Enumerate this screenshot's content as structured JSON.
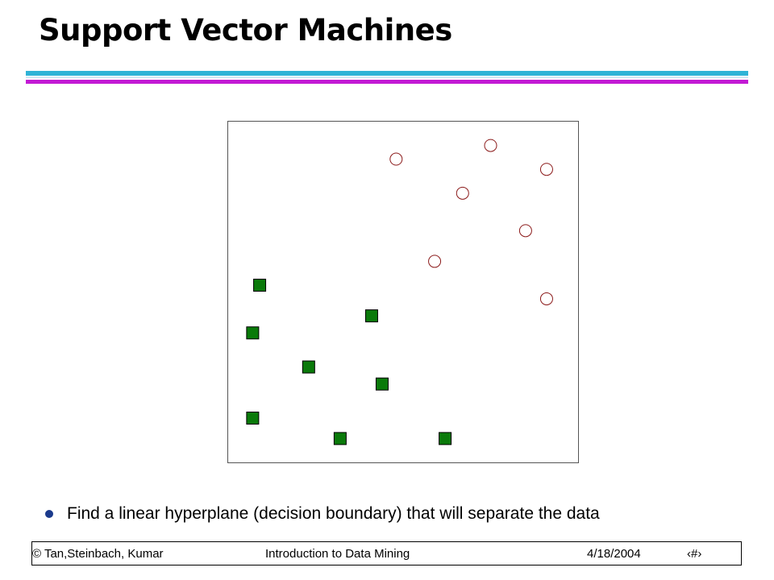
{
  "slide": {
    "title": "Support Vector Machines",
    "bullet": "Find a linear hyperplane (decision boundary) that will separate the data"
  },
  "footer": {
    "copyright": "© Tan,Steinbach, Kumar",
    "course": "Introduction to Data Mining",
    "date": "4/18/2004",
    "page": "‹#›"
  },
  "colors": {
    "circle_stroke": "#8b1a1a",
    "square_fill": "#0a7a0a",
    "rule_cyan": "#2fb3d6",
    "rule_magenta": "#c21ad4",
    "bullet": "#1b3a8c"
  },
  "chart_data": {
    "type": "scatter",
    "title": "",
    "xlabel": "",
    "ylabel": "",
    "grid": false,
    "axes_ticks": false,
    "series": [
      {
        "marker": "hollow-circle",
        "points": [
          [
            0.48,
            0.89
          ],
          [
            0.75,
            0.93
          ],
          [
            0.91,
            0.86
          ],
          [
            0.67,
            0.79
          ],
          [
            0.85,
            0.68
          ],
          [
            0.59,
            0.59
          ],
          [
            0.91,
            0.48
          ]
        ]
      },
      {
        "marker": "filled-square",
        "points": [
          [
            0.09,
            0.52
          ],
          [
            0.41,
            0.43
          ],
          [
            0.07,
            0.38
          ],
          [
            0.23,
            0.28
          ],
          [
            0.44,
            0.23
          ],
          [
            0.07,
            0.13
          ],
          [
            0.32,
            0.07
          ],
          [
            0.62,
            0.07
          ]
        ]
      }
    ]
  }
}
